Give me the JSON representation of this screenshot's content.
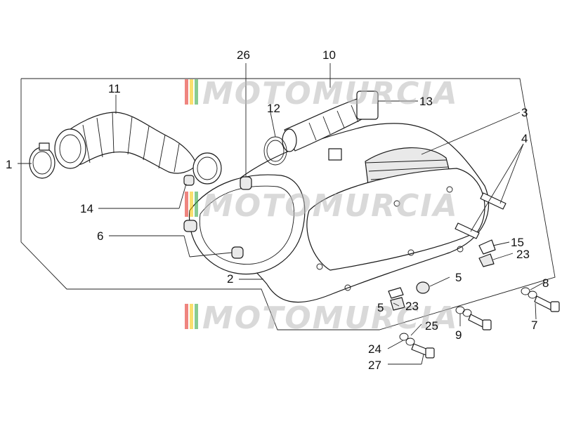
{
  "watermark": {
    "text": "MOTOMURCIA",
    "colors": [
      "#e5342a",
      "#f6c90e",
      "#3aa847",
      "#8a8a8a"
    ]
  },
  "callouts": {
    "c1": "1",
    "c2": "2",
    "c3": "3",
    "c4": "4",
    "c5": "5",
    "c6": "6",
    "c7": "7",
    "c8": "8",
    "c9": "9",
    "c10": "10",
    "c11": "11",
    "c12": "12",
    "c13": "13",
    "c14": "14",
    "c15": "15",
    "c23a": "23",
    "c23b": "23",
    "c24": "24",
    "c25": "25",
    "c26": "26",
    "c27": "27",
    "c5b": "5"
  }
}
